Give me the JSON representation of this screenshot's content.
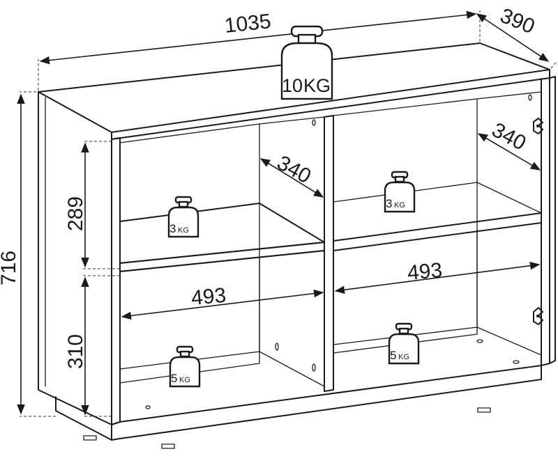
{
  "dimensions": {
    "width": "1035",
    "depth": "390",
    "height": "716",
    "upper_shelf_height": "289",
    "lower_shelf_height": "310",
    "left_inner_depth": "340",
    "right_inner_depth": "340",
    "left_inner_width": "493",
    "right_inner_width": "493"
  },
  "load_ratings": {
    "top": {
      "number": "10",
      "unit": "KG"
    },
    "upper_left": {
      "number": "3",
      "unit": "KG"
    },
    "upper_right": {
      "number": "3",
      "unit": "KG"
    },
    "lower_left": {
      "number": "5",
      "unit": "KG"
    },
    "lower_right": {
      "number": "5",
      "unit": "KG"
    }
  }
}
